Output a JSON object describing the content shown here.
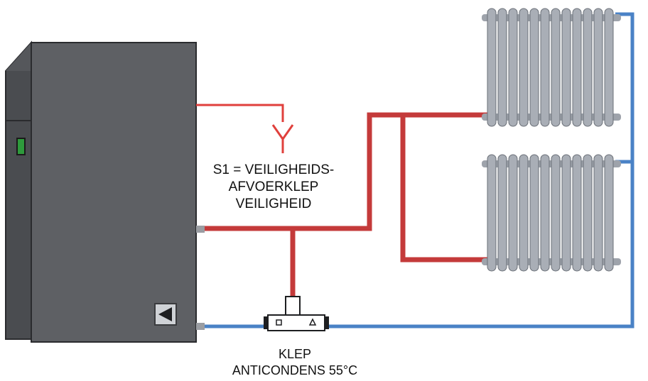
{
  "colors": {
    "boiler_body": "#5e6064",
    "boiler_outline": "#2a2b2e",
    "hot_pipe": "#c43a3a",
    "cold_pipe": "#4a82c6",
    "radiator": "#a9aeb6",
    "indicator": "#2e9a3c"
  },
  "icons": {
    "pump": "play-triangle-icon",
    "valve": "three-way-valve-icon",
    "relief_valve": "y-fork-icon"
  },
  "labels": {
    "safety_valve": {
      "line1": "S1 = VEILIGHEIDS-",
      "line2": "AFVOERKLEP",
      "line3": "VEILIGHEID"
    },
    "anticondensation_valve": {
      "line1": "KLEP",
      "line2": "ANTICONDENS 55°C"
    }
  }
}
